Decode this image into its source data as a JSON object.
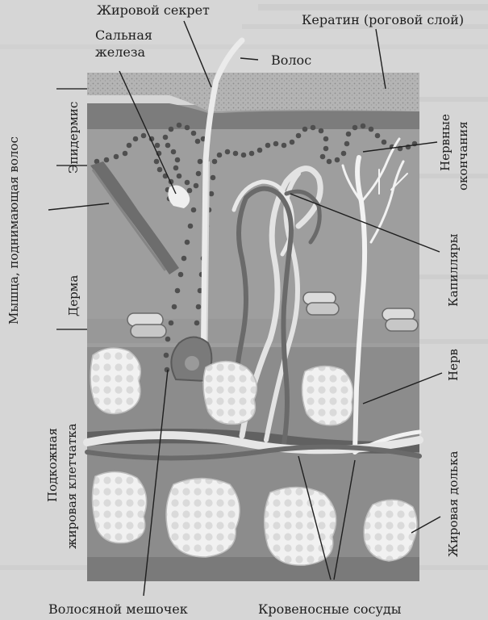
{
  "diagram": {
    "labels": {
      "fat_secretion": "Жировой секрет",
      "keratin": "Кератин (роговой слой)",
      "sebaceous_gland_line1": "Сальная",
      "sebaceous_gland_line2": "железа",
      "hair": "Волос",
      "epidermis": "Эпидермис",
      "nerve_endings_line1": "Нервные",
      "nerve_endings_line2": "окончания",
      "arrector_muscle": "Мышца, поднимающая волос",
      "dermis": "Дерма",
      "capillaries": "Капилляры",
      "nerve": "Нерв",
      "subcutaneous_line1": "Подкожная",
      "subcutaneous_line2": "жировая клетчатка",
      "fat_lobule": "Жировая долька",
      "hair_follicle": "Волосяной мешочек",
      "blood_vessels": "Кровеносные сосуды"
    },
    "colors": {
      "page_bg": "#d6d6d6",
      "keratin": "#a9a9a9",
      "dermis": "#9e9e9e",
      "subcutaneous": "#8a8a8a",
      "dark_band": "#5c5c5c",
      "dots": "#555555",
      "fat": "#ececec",
      "vessel_light": "#e6e6e6",
      "vessel_dark": "#6a6a6a",
      "nerve": "#f0f0f0"
    }
  }
}
